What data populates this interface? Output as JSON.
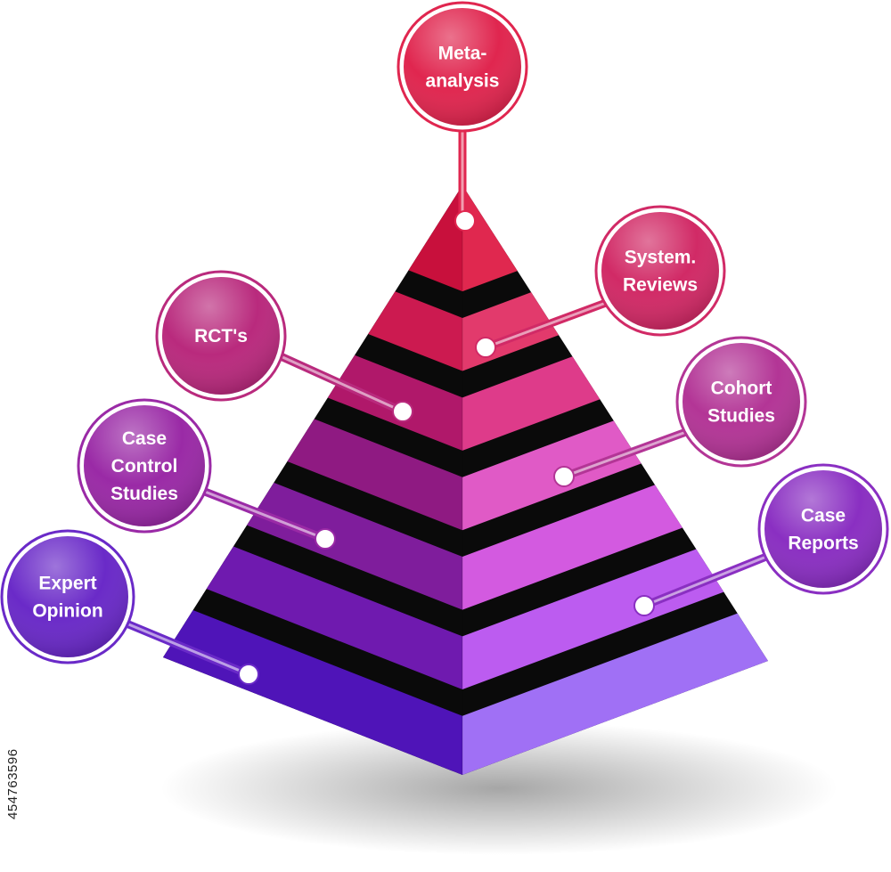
{
  "diagram": {
    "levels": [
      {
        "id": "meta-analysis",
        "lines": [
          "Meta-",
          "analysis"
        ],
        "color": "#e0264f"
      },
      {
        "id": "system-reviews",
        "lines": [
          "System.",
          "Reviews"
        ],
        "color": "#d12a66"
      },
      {
        "id": "rcts",
        "lines": [
          "RCT's"
        ],
        "color": "#b92a7d"
      },
      {
        "id": "cohort-studies",
        "lines": [
          "Cohort",
          "Studies"
        ],
        "color": "#b33596"
      },
      {
        "id": "case-control-studies",
        "lines": [
          "Case",
          "Control",
          "Studies"
        ],
        "color": "#9a2aa6"
      },
      {
        "id": "case-reports",
        "lines": [
          "Case",
          "Reports"
        ],
        "color": "#8a2fc2"
      },
      {
        "id": "expert-opinion",
        "lines": [
          "Expert",
          "Opinion"
        ],
        "color": "#6a2ac8"
      }
    ]
  },
  "watermark": {
    "stock_id": "454763596"
  }
}
